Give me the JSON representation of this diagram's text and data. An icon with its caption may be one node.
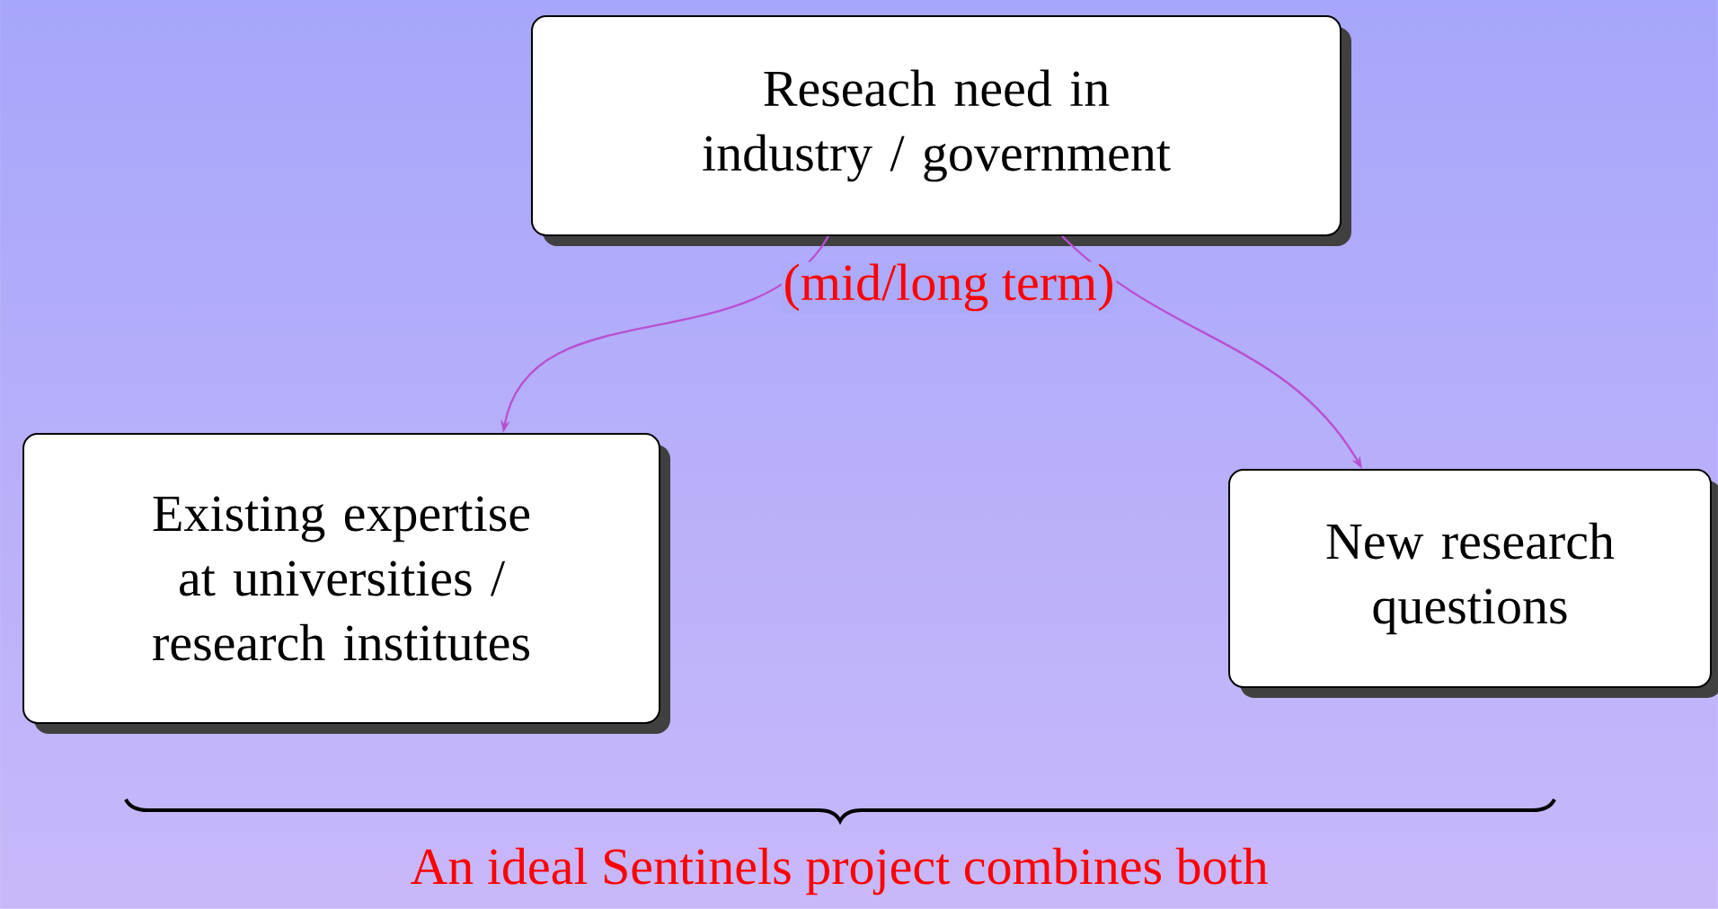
{
  "diagram": {
    "caption": "An ideal Sentinels project combines both",
    "nodes": [
      {
        "text": [
          "Reseach need in industry / government"
        ]
      },
      {
        "text": [
          "Existing expertise at universities / research institutes"
        ]
      },
      {
        "text": [
          "New research questions"
        ]
      }
    ],
    "edges": [
      {
        "from": 0,
        "to": 1,
        "arrow": "to",
        "label": "(mid/long term)"
      },
      {
        "from": 0,
        "to": 2,
        "arrow": "to"
      }
    ]
  }
}
